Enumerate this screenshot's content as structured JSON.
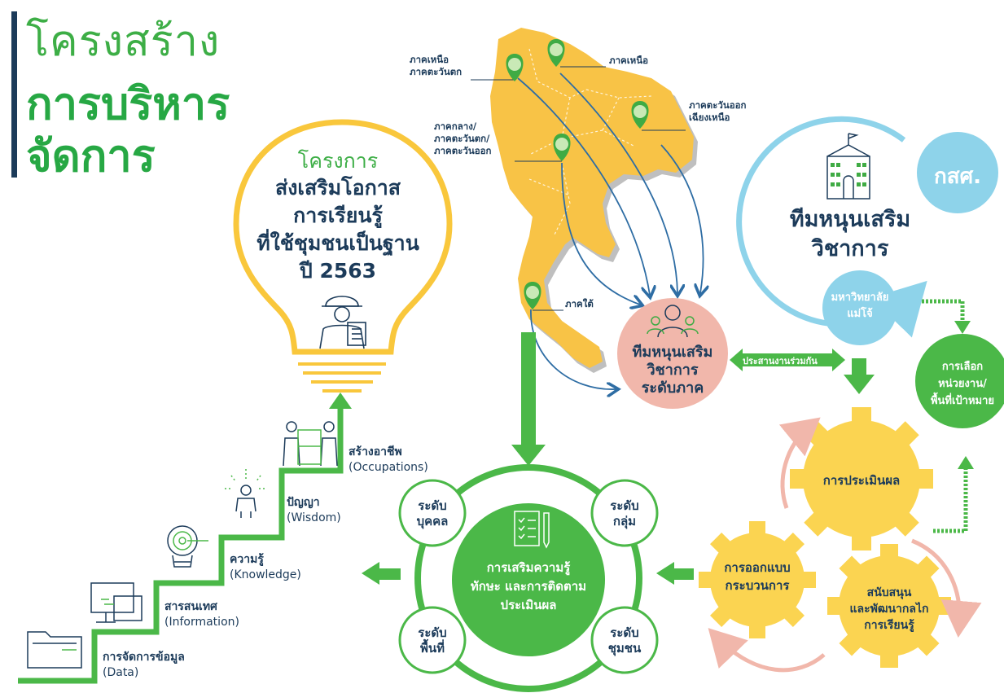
{
  "title": {
    "line1": "โครงสร้าง",
    "line2": "การบริหาร",
    "line3": "จัดการ"
  },
  "bulb": {
    "line1": "โครงการ",
    "line2": "ส่งเสริมโอกาส",
    "line3": "การเรียนรู้",
    "line4": "ที่ใช้ชุมชนเป็นฐาน",
    "line5": "ปี 2563"
  },
  "regions": {
    "north_west_1": "ภาคเหนือ",
    "north_west_2": "ภาคตะวันตก",
    "north": "ภาคเหนือ",
    "northeast_1": "ภาคตะวันออก",
    "northeast_2": "เฉียงเหนือ",
    "central_1": "ภาคกลาง/",
    "central_2": "ภาคตะวันตก/",
    "central_3": "ภาคตะวันออก",
    "south": "ภาคใต้"
  },
  "regional_team": {
    "line1": "ทีมหนุนเสริม",
    "line2": "วิชาการ",
    "line3": "ระดับภาค"
  },
  "coordination": "ประสานงานร่วมกัน",
  "support_team": {
    "line1": "ทีมหนุนเสริม",
    "line2": "วิชาการ"
  },
  "gsh": "กสศ.",
  "university": {
    "line1": "มหาวิทยาลัย",
    "line2": "แม่โจ้"
  },
  "target_selection": {
    "line1": "การเลือก",
    "line2": "หน่วยงาน/",
    "line3": "พื้นที่เป้าหมาย"
  },
  "gears": {
    "evaluation": "การประเมินผล",
    "design_1": "การออกแบบ",
    "design_2": "กระบวนการ",
    "support_1": "สนับสนุน",
    "support_2": "และพัฒนากลไก",
    "support_3": "การเรียนรู้"
  },
  "center_circle": {
    "line1": "การเสริมความรู้",
    "line2": "ทักษะ และการติดตาม",
    "line3": "ประเมินผล"
  },
  "levels": {
    "individual_1": "ระดับ",
    "individual_2": "บุคคล",
    "group_1": "ระดับ",
    "group_2": "กลุ่ม",
    "area_1": "ระดับ",
    "area_2": "พื้นที่",
    "community_1": "ระดับ",
    "community_2": "ชุมชน"
  },
  "steps": [
    {
      "label": "สร้างอาชีพ",
      "sub": "(Occupations)"
    },
    {
      "label": "ปัญญา",
      "sub": "(Wisdom)"
    },
    {
      "label": "ความรู้",
      "sub": "(Knowledge)"
    },
    {
      "label": "สารสนเทศ",
      "sub": "(Information)"
    },
    {
      "label": "การจัดการข้อมูล",
      "sub": "(Data)"
    }
  ],
  "icons": {
    "map_pin": "map-pin-icon",
    "worker": "worker-icon",
    "people": "people-icon",
    "building": "university-building-icon",
    "checklist": "checklist-icon",
    "folder": "folder-icon",
    "computer": "computer-icon",
    "target_bulb": "target-bulb-icon",
    "person_idea": "person-idea-icon",
    "puzzle": "puzzle-team-icon"
  },
  "colors": {
    "green": "#4bb848",
    "dark_green": "#27a844",
    "navy": "#1c3b5a",
    "map_yellow": "#f8c346",
    "gear_yellow": "#fbd451",
    "light_blue": "#8ed3ea",
    "pink": "#f1b7ab",
    "arrow_blue": "#2e6da4"
  }
}
